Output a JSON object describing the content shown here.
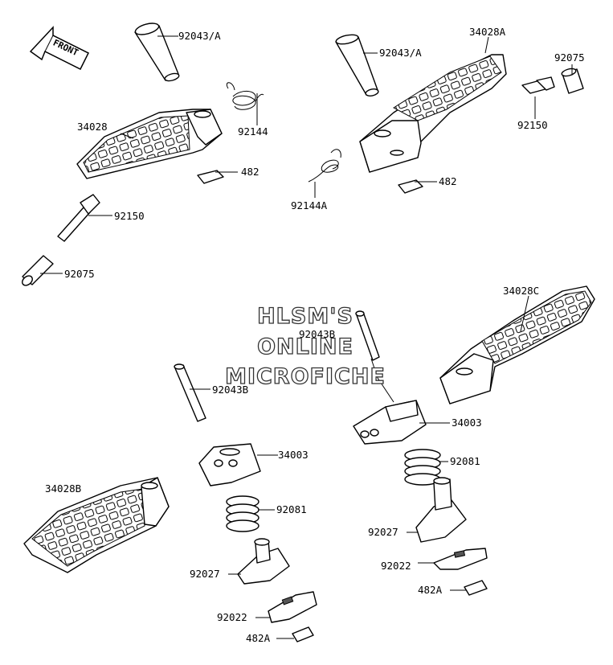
{
  "front_label": "FRONT",
  "watermark": [
    "HLSM'S",
    "ONLINE",
    "MICROFICHE"
  ],
  "labels": {
    "p92043A_left": "92043/A",
    "p92144_left": "92144",
    "p34028_left": "34028",
    "p482_left": "482",
    "p92150_left": "92150",
    "p92075_left": "92075",
    "p92043A_right": "92043/A",
    "p34028A": "34028A",
    "p92075_right": "92075",
    "p92150_right": "92150",
    "p92144A": "92144A",
    "p482_right": "482",
    "p34028C": "34028C",
    "p92043B_right": "92043B",
    "p92043B_left": "92043B",
    "p34003_left": "34003",
    "p34003_right": "34003",
    "p92081_right": "92081",
    "p34028B": "34028B",
    "p92081_left": "92081",
    "p92027_right": "92027",
    "p92022_right": "92022",
    "p92027_left": "92027",
    "p482A_right": "482A",
    "p92022_left": "92022",
    "p482A_left": "482A"
  }
}
